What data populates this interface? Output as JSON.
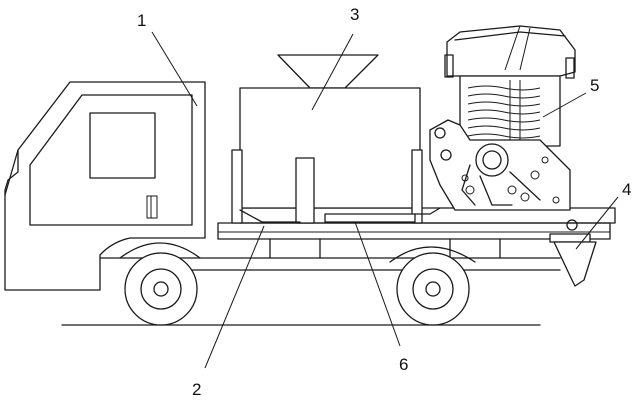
{
  "labels": [
    {
      "id": "1",
      "text": "1"
    },
    {
      "id": "2",
      "text": "2"
    },
    {
      "id": "3",
      "text": "3"
    },
    {
      "id": "4",
      "text": "4"
    },
    {
      "id": "5",
      "text": "5"
    },
    {
      "id": "6",
      "text": "6"
    }
  ],
  "colors": {
    "line": "#1a1a1a",
    "background": "#ffffff"
  }
}
